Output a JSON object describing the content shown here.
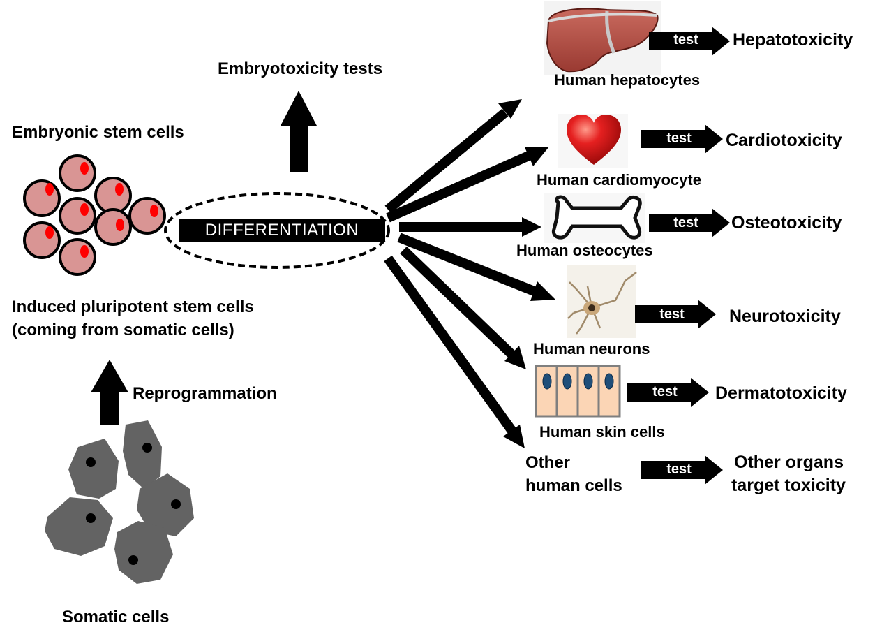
{
  "labels": {
    "embryonic": "Embryonic stem cells",
    "ipsc_line1": "Induced pluripotent stem cells",
    "ipsc_line2": "(coming from somatic cells)",
    "reprogrammation": "Reprogrammation",
    "somatic": "Somatic cells",
    "embryotoxicity": "Embryotoxicity tests",
    "differentiation": "DIFFERENTIATION",
    "test": "test"
  },
  "targets": [
    {
      "cell": "Human hepatocytes",
      "icon": "liver-icon",
      "toxicity": "Hepatotoxicity"
    },
    {
      "cell": "Human cardiomyocyte",
      "icon": "heart-icon",
      "toxicity": "Cardiotoxicity"
    },
    {
      "cell": "Human osteocytes",
      "icon": "bone-icon",
      "toxicity": "Osteotoxicity"
    },
    {
      "cell": "Human neurons",
      "icon": "neuron-icon",
      "toxicity": "Neurotoxicity"
    },
    {
      "cell": "Human skin cells",
      "icon": "skin-cells-icon",
      "toxicity": "Dermatotoxicity"
    },
    {
      "cell_line1": "Other",
      "cell_line2": "human cells",
      "toxicity_line1": "Other organs",
      "toxicity_line2": "target toxicity"
    }
  ],
  "colors": {
    "stem_cell_fill": "#d99594",
    "nucleus_red": "#ff0000",
    "somatic_fill": "#636363",
    "skin_fill": "#fbd5b5",
    "skin_nucleus": "#1f4e79",
    "liver": "#b5544a",
    "heart": "#d01818"
  }
}
